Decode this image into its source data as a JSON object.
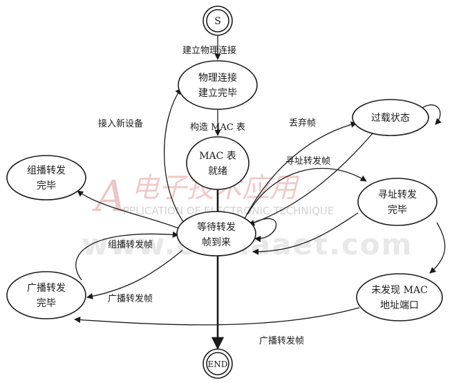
{
  "nodes": {
    "start": "S",
    "phys_done": [
      "物理连接",
      "建立完毕"
    ],
    "mac_ready": [
      "MAC 表",
      "就绪"
    ],
    "wait": [
      "等待转发",
      "帧到来"
    ],
    "mcast_done": [
      "组播转发",
      "完毕"
    ],
    "bcast_done": [
      "广播转发",
      "完毕"
    ],
    "overload": "过载状态",
    "addr_done": [
      "寻址转发",
      "完毕"
    ],
    "no_mac": [
      "未发现 MAC",
      "地址端口"
    ],
    "end": "END"
  },
  "edges": {
    "establish_phys": "建立物理连接",
    "build_mac": "构造 MAC 表",
    "new_device": "接入新设备",
    "drop_frame": "丢弃帧",
    "addr_forward": "寻址转发帧",
    "mcast_forward": "组播转发帧",
    "bcast_forward": "广播转发帧",
    "bcast_forward_2": "广播转发帧"
  },
  "watermark": {
    "letter": "A",
    "chinese": "电子技术应用",
    "english": "PPLICATION OF ELECTRONIC TECHNIQUE",
    "url": "www.chinaaet.com"
  }
}
